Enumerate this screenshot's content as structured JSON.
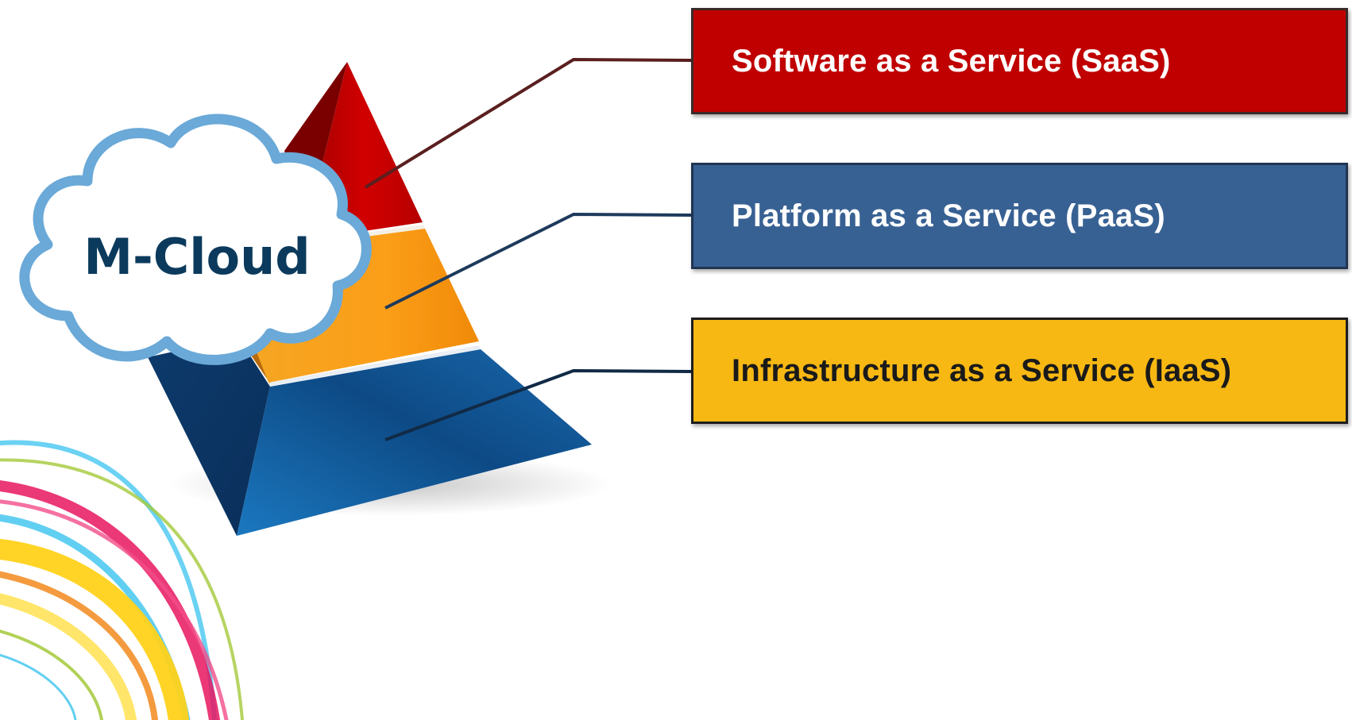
{
  "cloud": {
    "label": "M-Cloud",
    "text_color": "#0b3a5c",
    "outline_color": "#6aa9d8"
  },
  "layers": [
    {
      "name": "saas",
      "label": "Software as a Service (SaaS)",
      "box_color": "#c00000",
      "text_color": "#ffffff",
      "pyramid_tier": "top"
    },
    {
      "name": "paas",
      "label": "Platform as a Service (PaaS)",
      "box_color": "#386193",
      "text_color": "#ffffff",
      "pyramid_tier": "middle"
    },
    {
      "name": "iaas",
      "label": "Infrastructure as a Service (IaaS)",
      "box_color": "#f7b813",
      "text_color": "#1a1a1a",
      "pyramid_tier": "bottom"
    }
  ],
  "pyramid_colors": {
    "top": "#c00000",
    "middle": "#f79a10",
    "bottom": "#1a64a8"
  },
  "decoration": {
    "swirl_colors": [
      "#ffd21a",
      "#e8155f",
      "#39c3ef",
      "#a4c93a",
      "#f28a1e"
    ]
  }
}
